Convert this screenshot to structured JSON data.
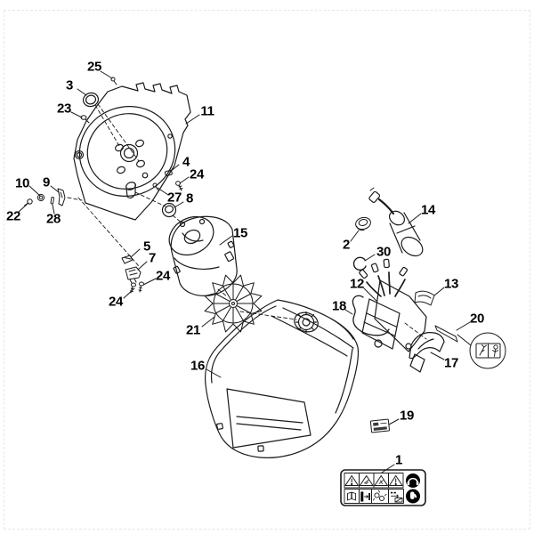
{
  "page": {
    "background": "#ffffff",
    "line_color": "#1a1a1a",
    "label_color": "#000000",
    "description_type": "exploded-parts-diagram"
  },
  "diagram": {
    "labels": [
      {
        "text": "25"
      },
      {
        "text": "3"
      },
      {
        "text": "23"
      },
      {
        "text": "11"
      },
      {
        "text": "4"
      },
      {
        "text": "24"
      },
      {
        "text": "10"
      },
      {
        "text": "9"
      },
      {
        "text": "22"
      },
      {
        "text": "28"
      },
      {
        "text": "27"
      },
      {
        "text": "8"
      },
      {
        "text": "15"
      },
      {
        "text": "5"
      },
      {
        "text": "7"
      },
      {
        "text": "24"
      },
      {
        "text": "24"
      },
      {
        "text": "21"
      },
      {
        "text": "16"
      },
      {
        "text": "2"
      },
      {
        "text": "30"
      },
      {
        "text": "14"
      },
      {
        "text": "12"
      },
      {
        "text": "13"
      },
      {
        "text": "18"
      },
      {
        "text": "20"
      },
      {
        "text": "17"
      },
      {
        "text": "19"
      },
      {
        "text": "1"
      }
    ],
    "callout": {
      "icons": [
        "branch-material-pictogram",
        "soft-material-pictogram"
      ]
    },
    "safety_label": {
      "row1_icons": [
        "warning-triangle-general",
        "warning-triangle-rotating-tool",
        "warning-triangle-thrown-objects",
        "warning-triangle-general",
        "ear-protection-pictogram"
      ],
      "row2_icons": [
        "read-instruction-manual-pictogram",
        "wait-for-tool-stop-pictogram",
        "flying-debris-pictogram",
        "keep-clear-of-machine-pictogram",
        "protective-gloves-pictogram"
      ]
    }
  }
}
